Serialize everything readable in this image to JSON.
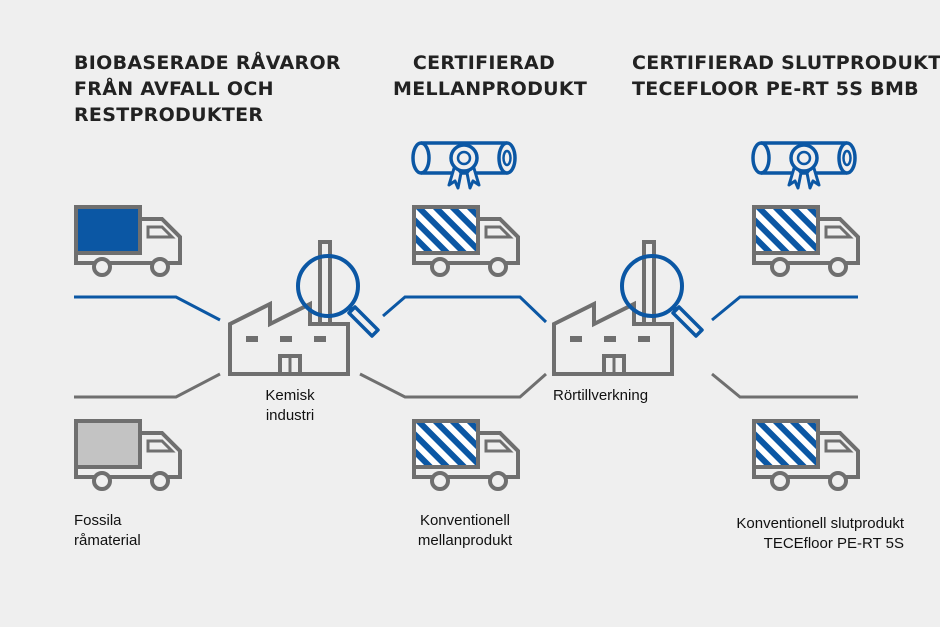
{
  "headings": {
    "biobased": [
      "BIOBASERADE RÅVAROR",
      "FRÅN AVFALL OCH",
      "RESTPRODUKTER"
    ],
    "certified_intermediate": [
      "CERTIFIERAD",
      "MELLANPRODUKT"
    ],
    "certified_final": [
      "CERTIFIERAD SLUTPRODUKT",
      "TECEFLOOR PE-RT 5S BMB"
    ]
  },
  "labels": {
    "chemical_industry": [
      "Kemisk",
      "industri"
    ],
    "pipe_manufacturing": [
      "Rörtillverkning"
    ],
    "fossil_raw": [
      "Fossila",
      "råmaterial"
    ],
    "conventional_intermediate": [
      "Konventionell",
      "mellanprodukt"
    ],
    "conventional_final": [
      "Konventionell slutprodukt",
      "TECEfloor PE-RT 5S"
    ]
  },
  "colors": {
    "blue": "#0b57a4",
    "gray": "#6f6f6f",
    "light_gray": "#c3c3c3",
    "text": "#222222"
  }
}
